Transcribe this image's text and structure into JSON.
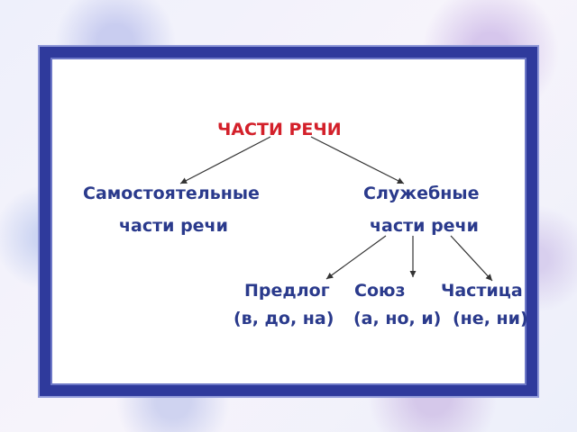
{
  "diagram": {
    "root": "ЧАСТИ РЕЧИ",
    "independent": {
      "line1": "Самостоятельные",
      "line2": "части речи"
    },
    "auxiliary": {
      "line1": "Служебные",
      "line2": "части речи"
    },
    "preposition": {
      "name": "Предлог",
      "examples": "(в, до, на)"
    },
    "conjunction": {
      "name": "Союз",
      "examples": "(а, но, и)"
    },
    "particle": {
      "name": "Частица",
      "examples": "(не, ни)"
    }
  },
  "colors": {
    "root_text": "#d3202a",
    "node_text": "#2a3a8c",
    "frame_border": "#2f3a9c",
    "arrow": "#333333"
  }
}
